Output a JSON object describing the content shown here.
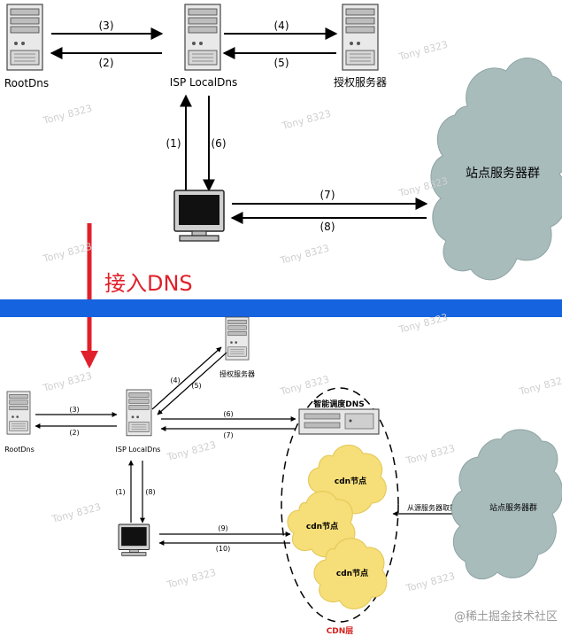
{
  "top": {
    "root_label": "RootDns",
    "isp_label": "ISP LocalDns",
    "auth_label": "授权服务器",
    "site_label": "站点服务器群",
    "steps": [
      "(3)",
      "(2)",
      "(4)",
      "(5)",
      "(1)",
      "(6)",
      "(7)",
      "(8)"
    ]
  },
  "middle": {
    "arrow_label": "接入DNS",
    "divider_color": "#1663e0"
  },
  "bottom": {
    "root_label": "RootDns",
    "isp_label": "ISP LocalDns",
    "auth_label": "授权服务器",
    "smart_dns_label": "智能调度DNS",
    "cdn_nodes": [
      "cdn节点",
      "cdn节点",
      "cdn节点"
    ],
    "cdn_layer_label": "CDN层",
    "origin_fetch_label": "从源服务器取数据",
    "site_label": "站点服务器群",
    "steps": [
      "(3)",
      "(2)",
      "(4)",
      "(5)",
      "(6)",
      "(7)",
      "(1)",
      "(8)",
      "(9)",
      "(10)"
    ]
  },
  "watermark": "Tony 8323",
  "footer": "@稀土掘金技术社区",
  "colors": {
    "cloud_gray": "#a9bcbc",
    "cloud_yellow": "#f6de78",
    "arrow_red": "#e0202a",
    "cdn_red": "#d4201e"
  }
}
